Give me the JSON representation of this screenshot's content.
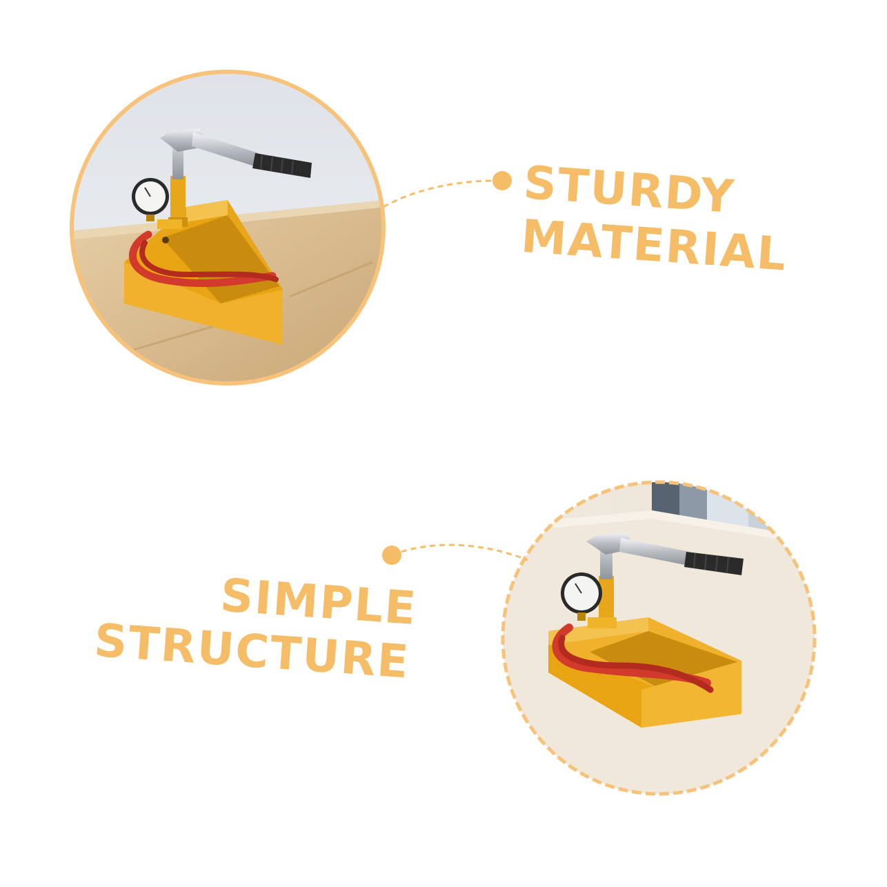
{
  "colors": {
    "accent": "#f5bd68",
    "ring": "#f7c27a",
    "background": "#ffffff",
    "pump_body": "#e8a61a",
    "hose": "#d23a2c",
    "handle_chrome": "#c9ccd0",
    "grip": "#2a2a2a",
    "wood": "#d9b98a",
    "wall": "#e6e8ec"
  },
  "features": [
    {
      "lines": [
        "STURDY",
        "MATERIAL"
      ],
      "photo": "manual-pressure-test-pump-photo"
    },
    {
      "lines": [
        "SIMPLE",
        "STRUCTURE"
      ],
      "photo": "manual-pressure-test-pump-photo"
    }
  ]
}
